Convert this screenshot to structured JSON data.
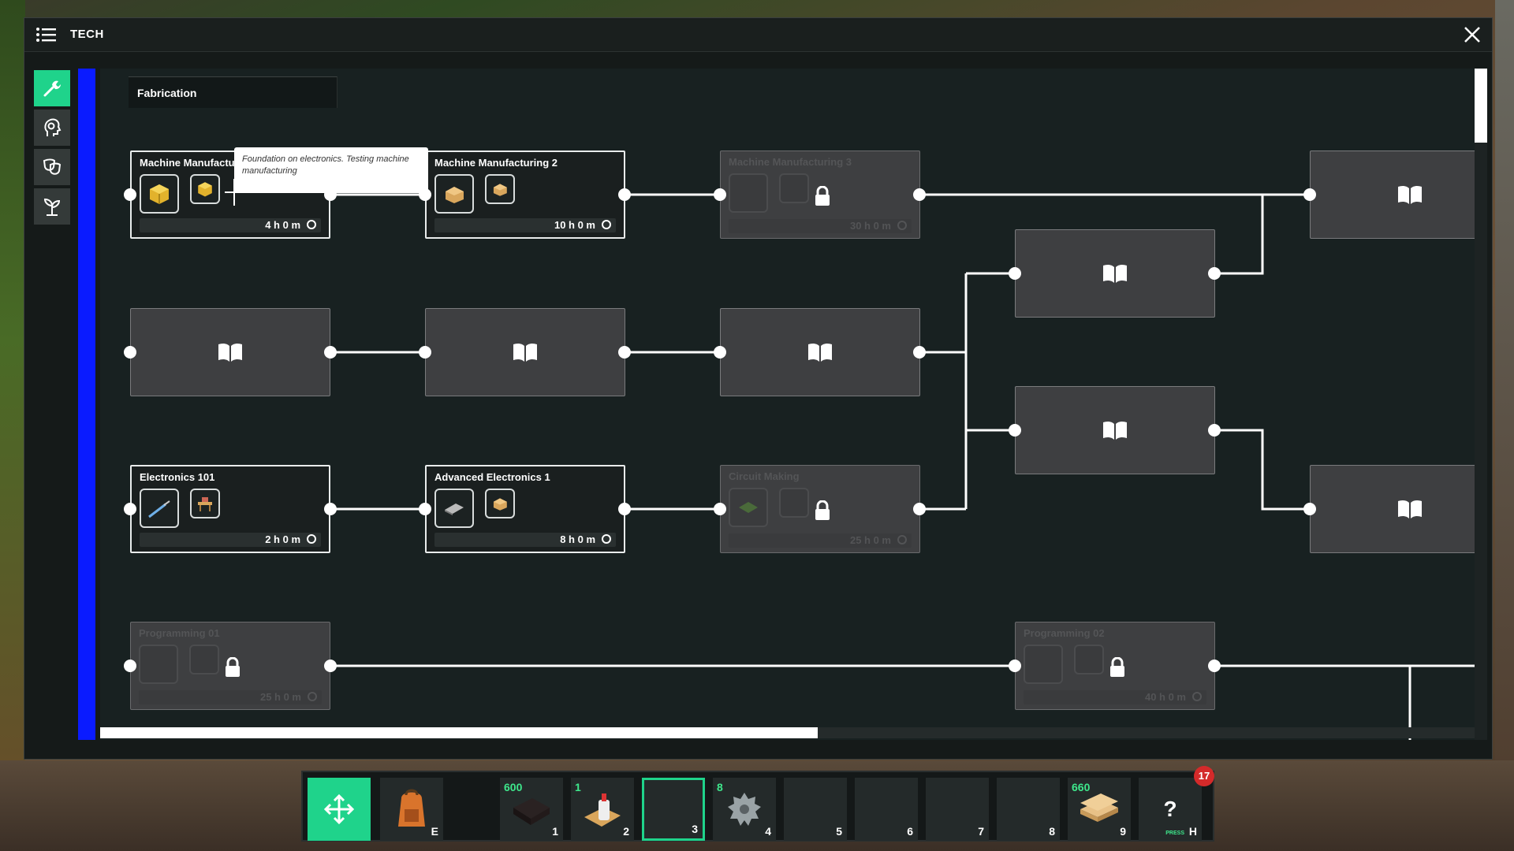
{
  "window": {
    "title": "TECH"
  },
  "category": "Fabrication",
  "tooltip": "Foundation on electronics. Testing machine manufacturing",
  "nodes": [
    {
      "title": "Machine Manufactu",
      "time": "4 h 0 m",
      "state": "unlocked"
    },
    {
      "title": "Machine Manufacturing 2",
      "time": "10 h 0 m",
      "state": "unlocked"
    },
    {
      "title": "Machine Manufacturing 3",
      "time": "30 h 0 m",
      "state": "locked"
    },
    {
      "title": "Electronics 101",
      "time": "2 h 0 m",
      "state": "unlocked"
    },
    {
      "title": "Advanced Electronics 1",
      "time": "8 h 0 m",
      "state": "unlocked"
    },
    {
      "title": "Circuit Making",
      "time": "25 h 0 m",
      "state": "locked"
    },
    {
      "title": "Programming 01",
      "time": "25 h 0 m",
      "state": "locked"
    },
    {
      "title": "Programming 02",
      "time": "40 h 0 m",
      "state": "locked"
    }
  ],
  "hotbar": {
    "slots": [
      {
        "key": "",
        "count": "",
        "icon": "move-icon"
      },
      {
        "key": "E",
        "count": "",
        "icon": "backpack-icon"
      },
      {
        "key": "1",
        "count": "600",
        "icon": "dark-block-icon"
      },
      {
        "key": "2",
        "count": "1",
        "icon": "glue-bottle-icon"
      },
      {
        "key": "3",
        "count": "",
        "icon": ""
      },
      {
        "key": "4",
        "count": "8",
        "icon": "saw-blade-icon"
      },
      {
        "key": "5",
        "count": "",
        "icon": ""
      },
      {
        "key": "6",
        "count": "",
        "icon": ""
      },
      {
        "key": "7",
        "count": "",
        "icon": ""
      },
      {
        "key": "8",
        "count": "",
        "icon": ""
      },
      {
        "key": "9",
        "count": "660",
        "icon": "wood-planks-icon"
      },
      {
        "key": "H",
        "count": "",
        "icon": "help-icon",
        "press": "PRESS"
      }
    ],
    "badge": "17"
  },
  "colors": {
    "accent": "#1fd38b",
    "blue_bar": "#0a1bff",
    "badge": "#d42a2a"
  },
  "scroll": {
    "horizontal_fraction": 0.52,
    "vertical_fraction": 0.11
  }
}
